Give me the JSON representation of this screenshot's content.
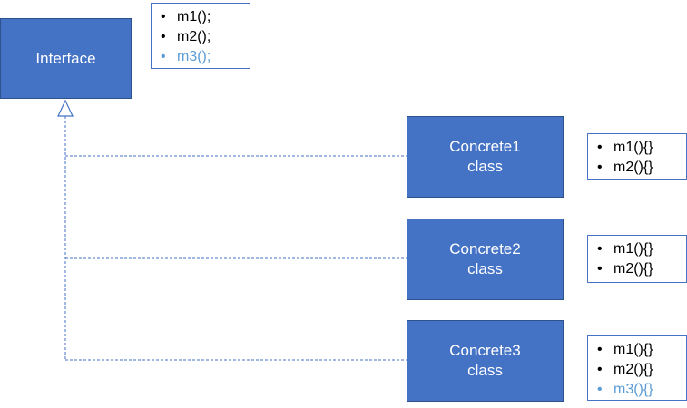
{
  "interface": {
    "label": "Interface",
    "methods": [
      "m1();",
      "m2();",
      "m3();"
    ]
  },
  "classes": [
    {
      "line1": "Concrete1",
      "line2": "class",
      "methods": [
        "m1(){}",
        "m2(){}"
      ]
    },
    {
      "line1": "Concrete2",
      "line2": "class",
      "methods": [
        "m1(){}",
        "m2(){}"
      ]
    },
    {
      "line1": "Concrete3",
      "line2": "class",
      "methods": [
        "m1(){}",
        "m2(){}",
        "m3(){}"
      ]
    }
  ],
  "bullet": "•",
  "colors": {
    "box_fill": "#4472C4",
    "box_border": "#2F528F",
    "connector": "#4472C4",
    "added_method": "#5B9BD5"
  }
}
